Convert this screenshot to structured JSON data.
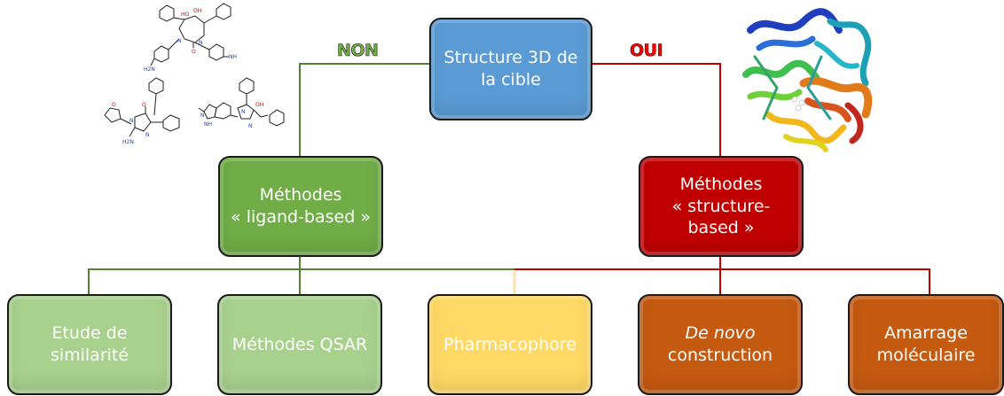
{
  "colors": {
    "root": "#5b9bd5",
    "ligand": "#70ad47",
    "structure": "#c00000",
    "similarite": "#a9d18e",
    "qsar": "#a9d18e",
    "pharmacophore": "#ffd966",
    "denovo": "#c55a11",
    "amarrage": "#c55a11",
    "line_non": "#548235",
    "line_oui": "#c00000",
    "line_pharma": "#fce4b0",
    "label_non": "#70ad47",
    "label_oui": "#ff0000"
  },
  "decisions": {
    "non": "NON",
    "oui": "OUI"
  },
  "nodes": {
    "root": "Structure 3D de\nla cible",
    "ligand_based": "Méthodes\n« ligand-based »",
    "structure_based": "Méthodes\n« structure-\nbased »",
    "similarite": "Etude de\nsimilarité",
    "qsar": "Méthodes QSAR",
    "pharmacophore": "Pharmacophore",
    "denovo_italic": "De novo",
    "denovo_rest": "construction",
    "amarrage": "Amarrage\nmoléculaire"
  },
  "molecule_labels": {
    "m1_oh1": "HO",
    "m1_oh2": "OH",
    "m1_o": "O",
    "m1_n1": "N",
    "m1_n2": "N",
    "m1_nh2": "H2N",
    "m1_nh": "NH",
    "m2_o1": "O",
    "m2_o2": "O",
    "m2_n1": "N",
    "m2_n2": "N",
    "m2_nh2": "H2N",
    "m3_oh": "OH",
    "m3_n1": "N",
    "m3_n2": "N",
    "m3_nh": "NH",
    "m3_n3": "N"
  }
}
